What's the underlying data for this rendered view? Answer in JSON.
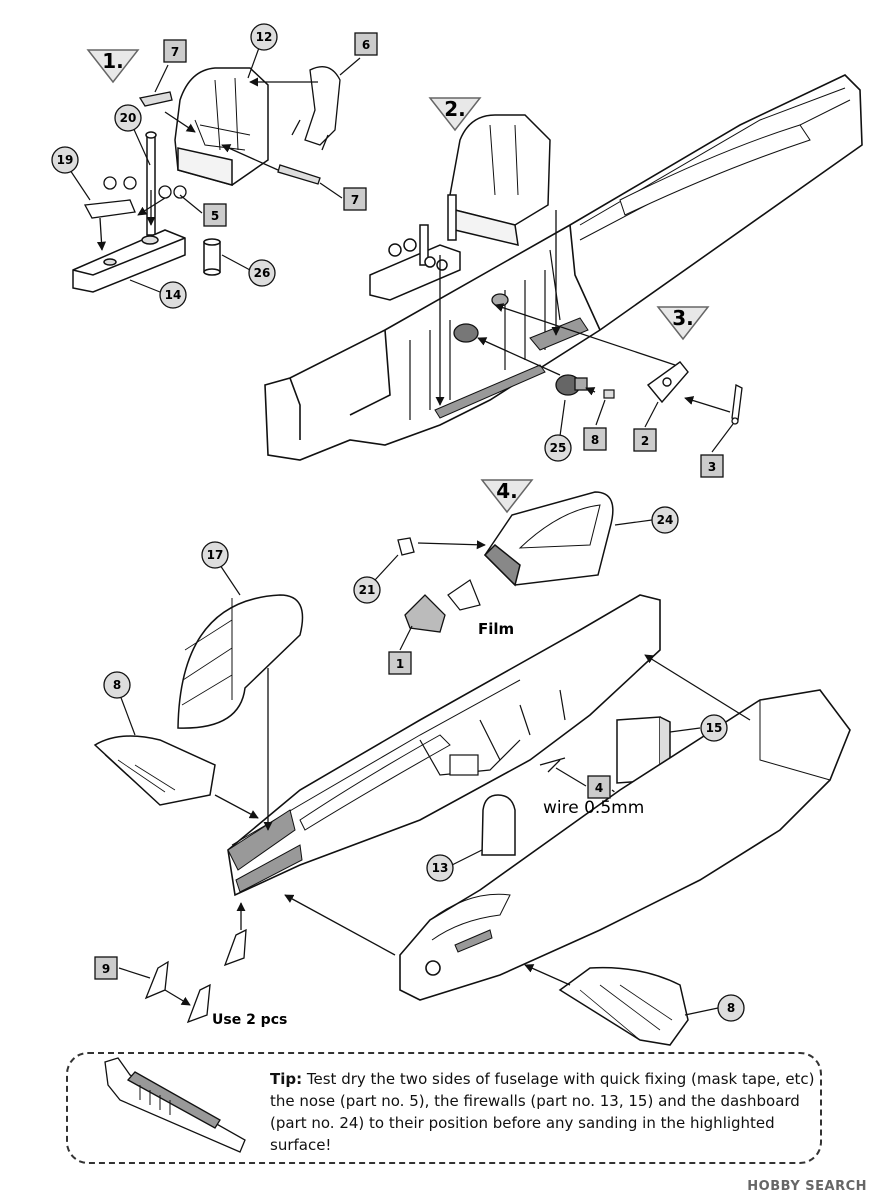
{
  "steps": [
    {
      "id": "step-1",
      "label": "1."
    },
    {
      "id": "step-2",
      "label": "2."
    },
    {
      "id": "step-3",
      "label": "3."
    },
    {
      "id": "step-4",
      "label": "4."
    }
  ],
  "part_callouts_circle": {
    "c12": "12",
    "c20": "20",
    "c19": "19",
    "c26": "26",
    "c14": "14",
    "c25": "25",
    "c24": "24",
    "c21": "21",
    "c17": "17",
    "c8a": "8",
    "c15": "15",
    "c13": "13",
    "c8b": "8"
  },
  "part_callouts_square": {
    "s7a": "7",
    "s6": "6",
    "s7b": "7",
    "s5": "5",
    "s8": "8",
    "s2": "2",
    "s3": "3",
    "s1": "1",
    "s4": "4",
    "s9": "9"
  },
  "annotations": {
    "film": "Film",
    "wire": "wire 0.5mm",
    "use_pcs": "Use 2 pcs"
  },
  "tip": {
    "heading": "Tip:",
    "body": "Test dry the two sides of fuselage with quick fixing (mask tape, etc) the nose (part no. 5), the firewalls (part no. 13, 15) and the dashboard (part no. 24) to their position before any sanding in the highlighted surface!"
  },
  "watermark": "HOBBY SEARCH"
}
